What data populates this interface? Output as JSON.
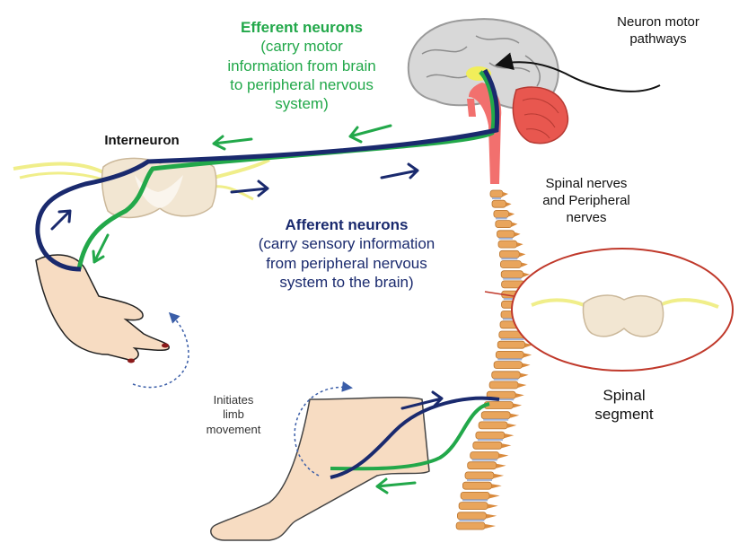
{
  "labels": {
    "efferent_title": "Efferent neurons",
    "efferent_line1": "(carry motor",
    "efferent_line2": "information from brain",
    "efferent_line3": "to peripheral nervous",
    "efferent_line4": "system)",
    "afferent_title": "Afferent neurons",
    "afferent_line1": "(carry sensory information",
    "afferent_line2": "from peripheral nervous",
    "afferent_line3": "system to the brain)",
    "interneuron": "Interneuron",
    "motor_line1": "Neuron motor",
    "motor_line2": "pathways",
    "spinal_nerves_line1": "Spinal nerves",
    "spinal_nerves_line2": "and Peripheral",
    "spinal_nerves_line3": "nerves",
    "segment_line1": "Spinal",
    "segment_line2": "segment",
    "limb_line1": "Initiates",
    "limb_line2": "limb",
    "limb_line3": "movement"
  },
  "colors": {
    "efferent": "#22a84a",
    "afferent": "#1a2a6e",
    "nerve": "#f0ee8a",
    "brainstem": "#f2706e",
    "spine": "#e9a55c",
    "skin": "#f7dcc2",
    "circle": "#c0392b"
  }
}
